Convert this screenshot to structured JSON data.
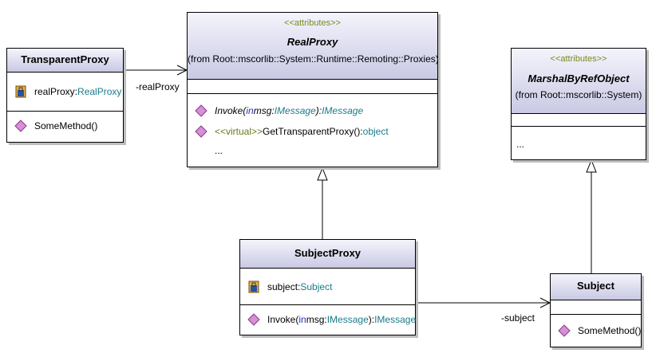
{
  "classes": {
    "transparent_proxy": {
      "name": "TransparentProxy",
      "attribute": {
        "name": "realProxy",
        "sep": ":",
        "type": "RealProxy"
      },
      "operation": {
        "name": "SomeMethod()"
      }
    },
    "real_proxy": {
      "stereotype": "<<attributes>>",
      "name": "RealProxy",
      "from": "(from Root::mscorlib::System::Runtime::Remoting::Proxies)",
      "operations": [
        {
          "name": "Invoke(",
          "kw": "in",
          "param": " msg:",
          "ptype": "IMessage",
          "close": "):",
          "ret": "IMessage"
        },
        {
          "stereo": "<<virtual>>",
          "name": " GetTransparentProxy():",
          "ret": "object"
        }
      ],
      "ellipsis": "..."
    },
    "marshal": {
      "stereotype": "<<attributes>>",
      "name": "MarshalByRefObject",
      "from": "(from Root::mscorlib::System)",
      "ellipsis": "..."
    },
    "subject_proxy": {
      "name": "SubjectProxy",
      "attribute": {
        "name": "subject",
        "sep": ":",
        "type": "Subject"
      },
      "operation": {
        "name": "Invoke(",
        "kw": "in",
        "param": " msg:",
        "ptype": "IMessage",
        "close": "):",
        "ret": "IMessage"
      }
    },
    "subject": {
      "name": "Subject",
      "operation": {
        "name": "SomeMethod()"
      }
    }
  },
  "roles": {
    "real_proxy": "-realProxy",
    "subject": "-subject"
  },
  "colors": {
    "header_top": "#f4f4fc",
    "header_bottom": "#c9c9e4",
    "type_teal": "#1a7a8a",
    "keyword_blue": "#2233cc",
    "stereotype_green": "#7a8a1a",
    "operation_icon": "#d78fd7",
    "attribute_icon": "#c88a1a"
  }
}
